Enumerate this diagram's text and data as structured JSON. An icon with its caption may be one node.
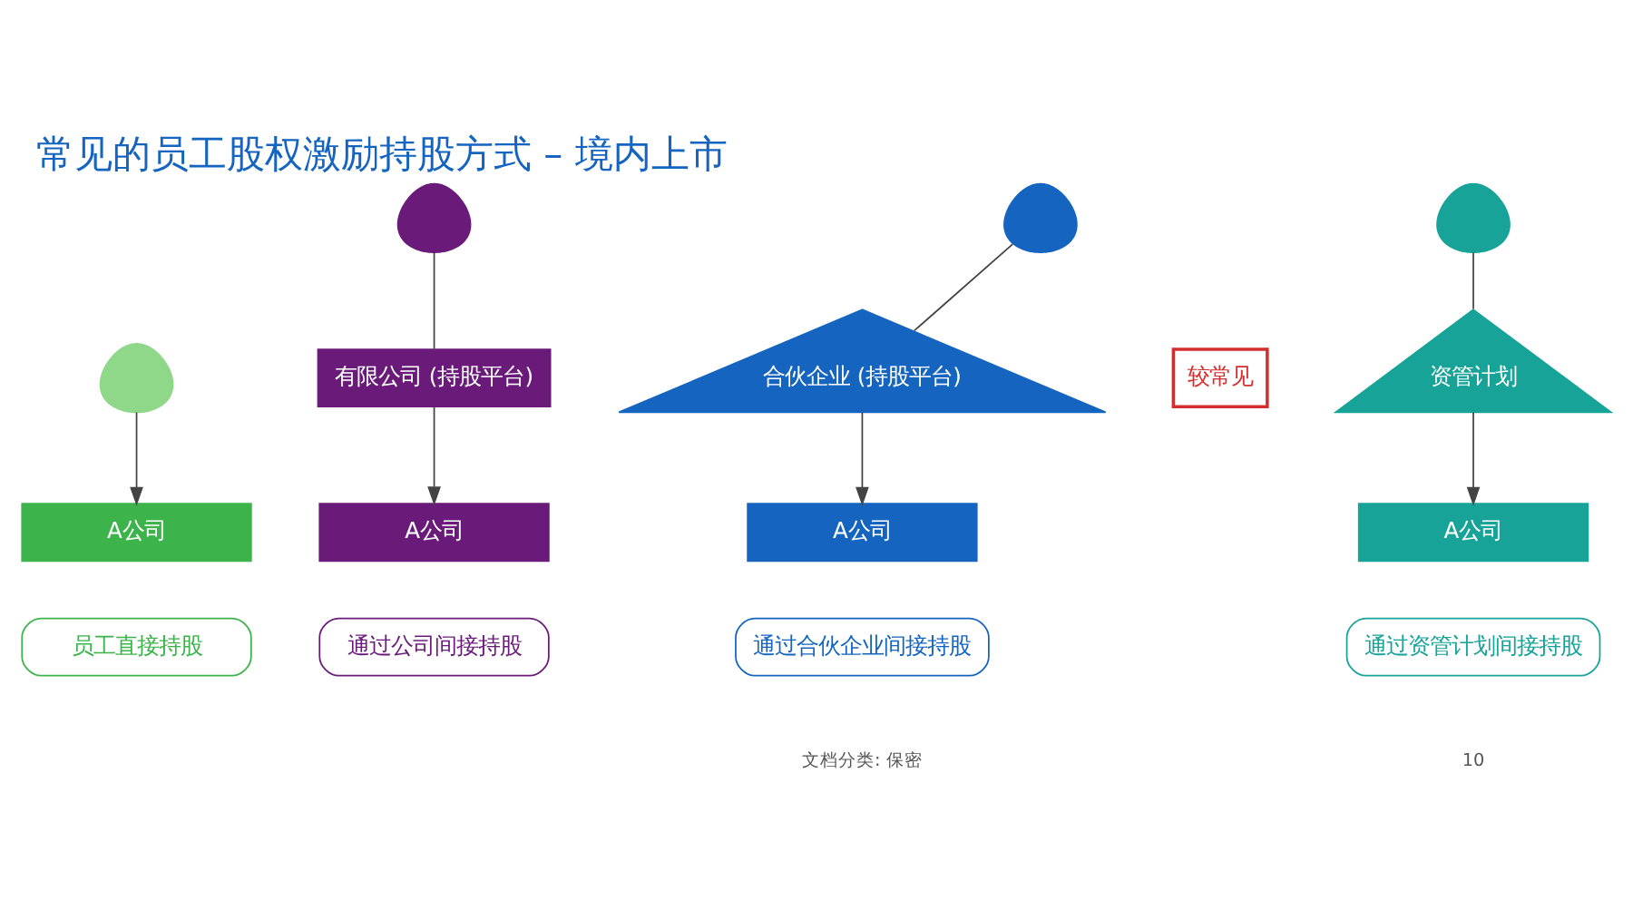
{
  "diagram": {
    "title": "常见的员工股权激励持股方式 – 境内上市",
    "nodes": [
      {
        "text": [],
        "shape": "person"
      },
      {
        "text": [
          "A公司"
        ]
      },
      {
        "text": [
          "员工直接持股"
        ]
      },
      {
        "text": [],
        "shape": "person"
      },
      {
        "text": [
          "有限公司 (持股平台)"
        ]
      },
      {
        "text": [
          "A公司"
        ]
      },
      {
        "text": [
          "通过公司间接持股"
        ]
      },
      {
        "text": [],
        "shape": "person"
      },
      {
        "text": [
          "合伙企业 (持股平台)"
        ]
      },
      {
        "text": [
          "A公司"
        ]
      },
      {
        "text": [
          "通过合伙企业间接持股"
        ]
      },
      {
        "text": [],
        "shape": "person"
      },
      {
        "text": [
          "资管计划"
        ]
      },
      {
        "text": [
          "A公司"
        ]
      },
      {
        "text": [
          "通过资管计划间接持股"
        ]
      }
    ],
    "edges": [
      {
        "from": 0,
        "to": 1,
        "arrow": "to"
      },
      {
        "from": 3,
        "to": 4,
        "arrow": "none"
      },
      {
        "from": 4,
        "to": 5,
        "arrow": "to"
      },
      {
        "from": 7,
        "to": 8,
        "arrow": "none"
      },
      {
        "from": 8,
        "to": 9,
        "arrow": "to"
      },
      {
        "from": 11,
        "to": 12,
        "arrow": "none"
      },
      {
        "from": 12,
        "to": 13,
        "arrow": "to"
      }
    ],
    "labels": [
      "较常见",
      "10",
      "文档分类: 保密"
    ]
  }
}
